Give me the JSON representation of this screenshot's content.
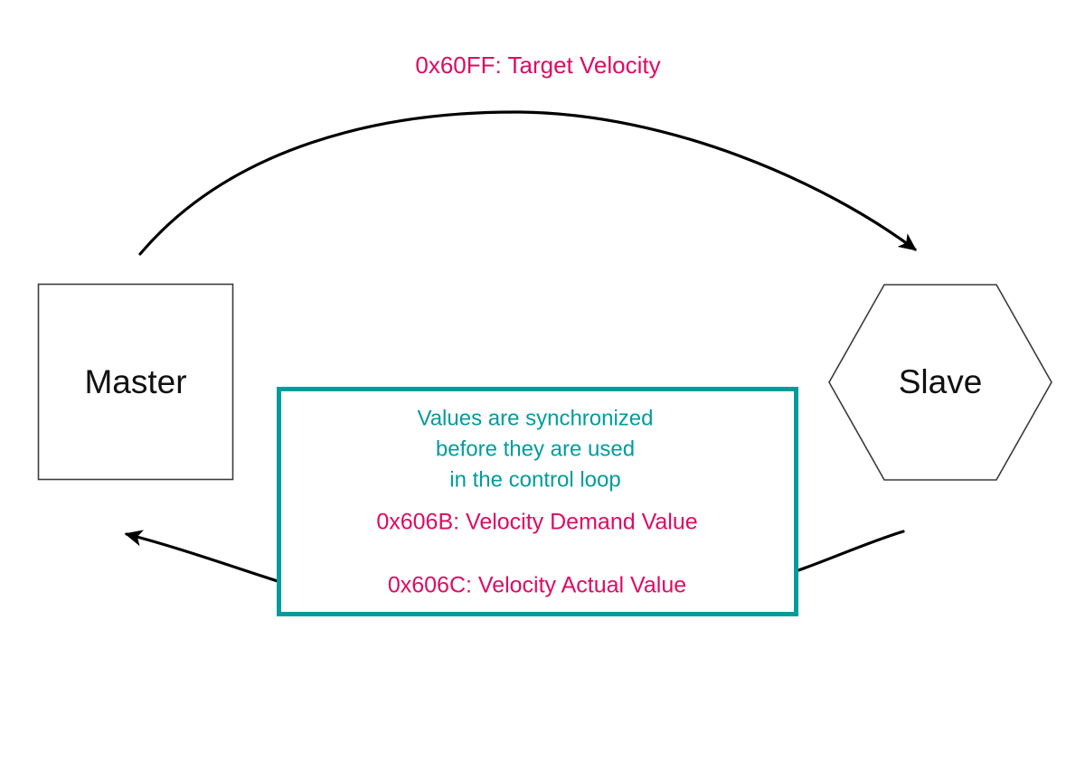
{
  "diagram": {
    "title_label": "0x60FF: Target Velocity",
    "colors": {
      "accent_pink": "#DD0B63",
      "accent_teal": "#009C9C",
      "outline": "#3b3b3b",
      "arrow": "#000000",
      "background": "#ffffff"
    },
    "nodes": [
      {
        "id": "master",
        "label": "Master",
        "shape": "rectangle"
      },
      {
        "id": "slave",
        "label": "Slave",
        "shape": "hexagon"
      }
    ],
    "flows": [
      {
        "id": "master-to-slave",
        "label": "0x60FF: Target Velocity",
        "direction": "master-to-slave",
        "arrowhead": "right"
      },
      {
        "id": "slave-to-master",
        "label": "",
        "direction": "slave-to-master",
        "arrowhead": "left"
      }
    ],
    "sync_note": {
      "lines": [
        "Values are synchronized",
        "before they are used",
        "in the control loop"
      ],
      "objects": [
        "0x606B: Velocity Demand Value",
        "0x606C: Velocity Actual Value"
      ]
    }
  }
}
